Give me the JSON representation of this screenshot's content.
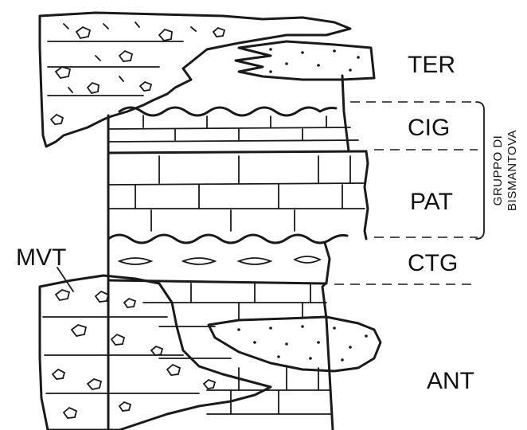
{
  "diagram": {
    "units": [
      {
        "id": "ter",
        "label": "TER"
      },
      {
        "id": "cig",
        "label": "CIG"
      },
      {
        "id": "pat",
        "label": "PAT"
      },
      {
        "id": "ctg",
        "label": "CTG"
      },
      {
        "id": "ant",
        "label": "ANT"
      },
      {
        "id": "mvt",
        "label": "MVT"
      }
    ],
    "group": {
      "line1": "GRUPPO DI",
      "line2": "BISMANTOVA"
    },
    "colors": {
      "ink": "#1a1a1a",
      "background": "#ffffff"
    }
  }
}
